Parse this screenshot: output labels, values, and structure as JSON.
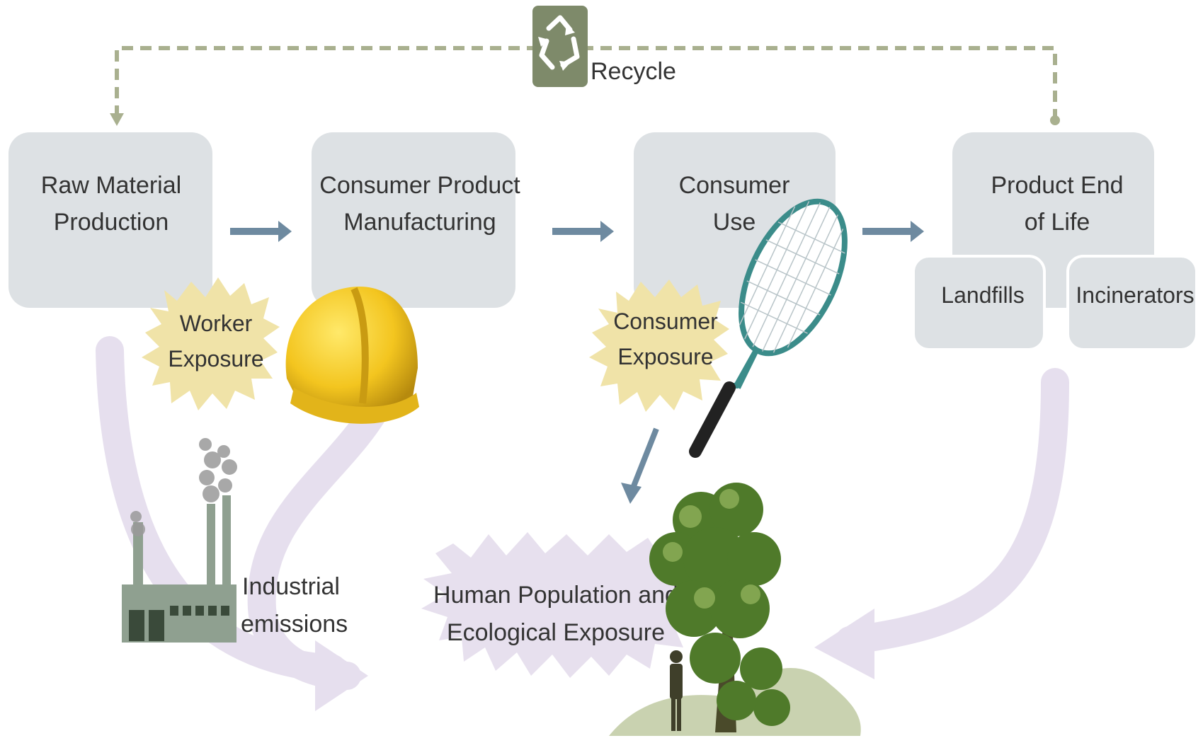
{
  "recycle": {
    "label": "Recycle",
    "icon": "recycle-icon"
  },
  "stages": [
    {
      "id": "raw-material",
      "lines": [
        "Raw Material",
        "Production"
      ]
    },
    {
      "id": "manufacturing",
      "lines": [
        "Consumer Product",
        "Manufacturing"
      ]
    },
    {
      "id": "consumer-use",
      "lines": [
        "Consumer",
        "Use"
      ]
    },
    {
      "id": "end-of-life",
      "lines": [
        "Product End",
        "of Life"
      ]
    }
  ],
  "end_of_life_options": [
    "Landfills",
    "Incinerators"
  ],
  "exposures": {
    "worker": [
      "Worker",
      "Exposure"
    ],
    "consumer": [
      "Consumer",
      "Exposure"
    ],
    "population": [
      "Human Population and",
      "Ecological Exposure"
    ]
  },
  "emissions": [
    "Industrial",
    "emissions"
  ],
  "icons": [
    "recycle-icon",
    "hard-hat-icon",
    "tennis-racket-icon",
    "factory-icon",
    "tree-icon",
    "person-icon"
  ],
  "colors": {
    "box": "#dde1e4",
    "arrow": "#6e8aa0",
    "burst_yellow": "#f0e3a8",
    "burst_purple": "#e7e0ee",
    "flow_purple": "#e4dded",
    "recycle_green": "#7e8a6a",
    "dashed": "#a9b08f"
  }
}
